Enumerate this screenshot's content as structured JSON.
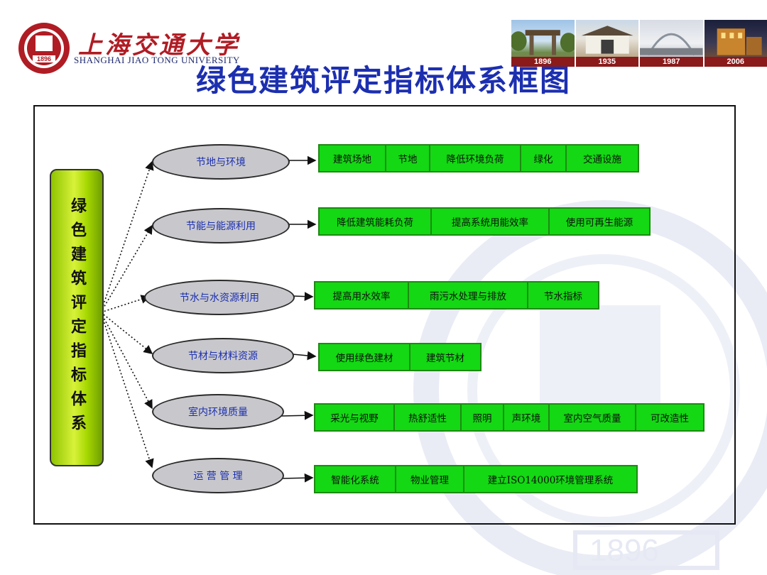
{
  "header": {
    "university_cn": "上海交通大学",
    "university_en": "SHANGHAI JIAO TONG UNIVERSITY",
    "logo_year": "1896",
    "photo_years": [
      "1896",
      "1935",
      "1987",
      "2006"
    ]
  },
  "title": "绿色建筑评定指标体系框图",
  "root_label": "绿色建筑评定指标体系",
  "categories": [
    {
      "label": "节地与环境",
      "items": [
        "建筑场地",
        "节地",
        "降低环境负荷",
        "绿化",
        "交通设施"
      ]
    },
    {
      "label": "节能与能源利用",
      "items": [
        "降低建筑能耗负荷",
        "提高系统用能效率",
        "使用可再生能源"
      ]
    },
    {
      "label": "节水与水资源利用",
      "items": [
        "提高用水效率",
        "雨污水处理与排放",
        "节水指标"
      ]
    },
    {
      "label": "节材与材料资源",
      "items": [
        "使用绿色建材",
        "建筑节材"
      ]
    },
    {
      "label": "室内环境质量",
      "items": [
        "采光与视野",
        "热舒适性",
        "照明",
        "声环境",
        "室内空气质量",
        "可改造性"
      ]
    },
    {
      "label": "运 营 管 理",
      "items": [
        "智能化系统",
        "物业管理",
        "建立ISO14000环境管理系统"
      ]
    }
  ],
  "watermark_text": "1896",
  "colors": {
    "title": "#1c2fb0",
    "cell_fill": "#13d813",
    "cell_border": "#1e8a12",
    "ellipse_fill": "#c8c8cc",
    "root_fill": "#b6e21a",
    "brand_red": "#b01c24"
  }
}
